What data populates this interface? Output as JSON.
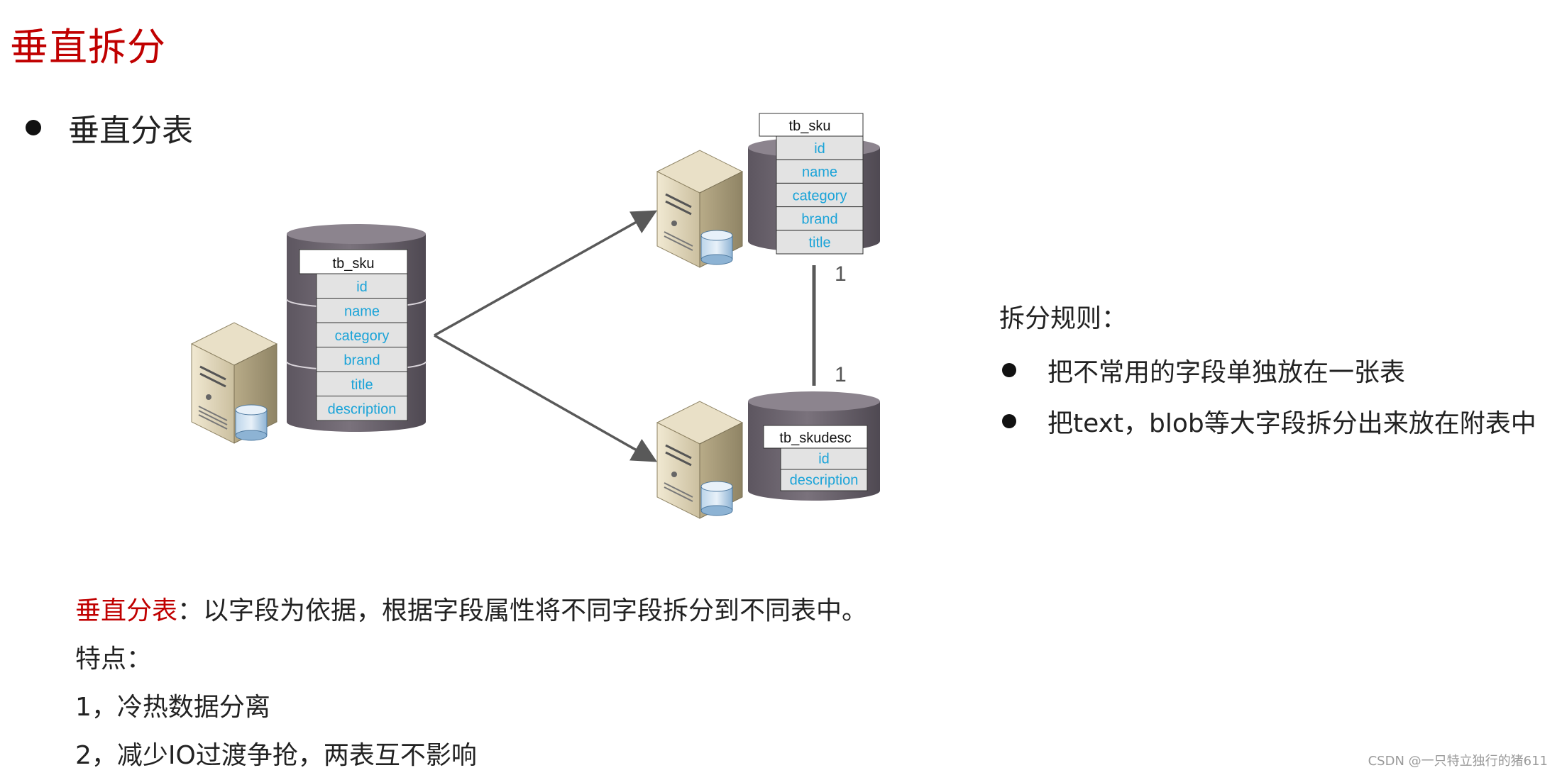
{
  "title": "垂直拆分",
  "main_bullet": "垂直分表",
  "diagram": {
    "source_table": {
      "name": "tb_sku",
      "fields": [
        "id",
        "name",
        "category",
        "brand",
        "title",
        "description"
      ]
    },
    "target_table_1": {
      "name": "tb_sku",
      "fields": [
        "id",
        "name",
        "category",
        "brand",
        "title"
      ]
    },
    "target_table_2": {
      "name": "tb_skudesc",
      "fields": [
        "id",
        "description"
      ]
    },
    "relation": {
      "top": "1",
      "bottom": "1"
    },
    "colors": {
      "field_text": "#1aa3d8",
      "cylinder": "#6e6670",
      "arrow": "#595959",
      "server": "#d8cdb0"
    }
  },
  "rules": {
    "title": "拆分规则：",
    "items": [
      "把不常用的字段单独放在一张表",
      "把text，blob等大字段拆分出来放在附表中"
    ]
  },
  "bottom": {
    "definition_term": "垂直分表",
    "definition_text": "：以字段为依据，根据字段属性将不同字段拆分到不同表中。",
    "features_label": "特点：",
    "features": [
      "1，冷热数据分离",
      "2，减少IO过渡争抢，两表互不影响"
    ]
  },
  "watermark": "CSDN @一只特立独行的猪611",
  "accent_color": "#c00000"
}
